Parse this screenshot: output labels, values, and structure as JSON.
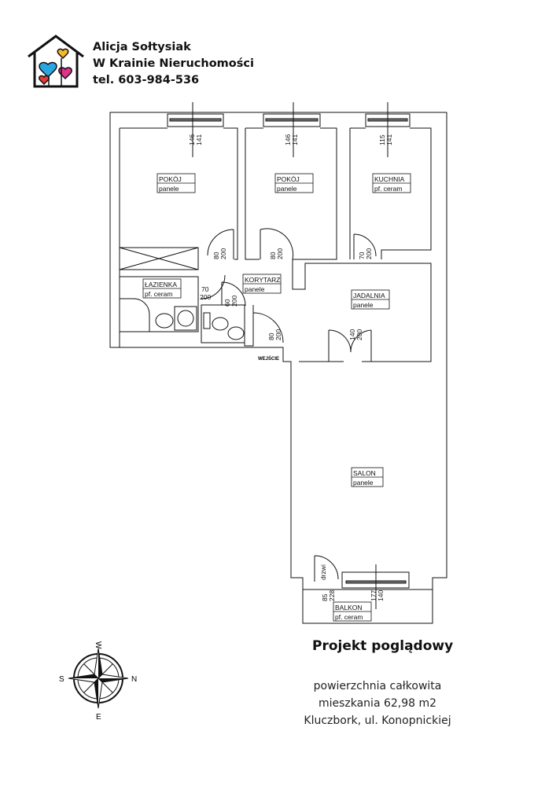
{
  "brand": {
    "name": "Alicja Sołtysiak",
    "company": "W Krainie Nieruchomości",
    "phone": "tel. 603-984-536"
  },
  "rooms": [
    {
      "name": "POKÓJ",
      "floor": "panele"
    },
    {
      "name": "POKÓJ",
      "floor": "panele"
    },
    {
      "name": "KUCHNIA",
      "floor": "pf. ceram"
    },
    {
      "name": "ŁAZIENKA",
      "floor": "pf. ceram"
    },
    {
      "name": "KORYTARZ",
      "floor": "panele"
    },
    {
      "name": "JADALNIA",
      "floor": "panele"
    },
    {
      "name": "SALON",
      "floor": "panele"
    },
    {
      "name": "BALKON",
      "floor": "pf. ceram"
    }
  ],
  "windows": [
    {
      "w": "146",
      "h": "141"
    },
    {
      "w": "146",
      "h": "141"
    },
    {
      "w": "115",
      "h": "141"
    },
    {
      "w": "177",
      "h": "140"
    }
  ],
  "doors": [
    {
      "w": "80",
      "h": "200"
    },
    {
      "w": "80",
      "h": "200"
    },
    {
      "w": "70",
      "h": "200"
    },
    {
      "w": "70",
      "h": "200"
    },
    {
      "w": "60",
      "h": "200"
    },
    {
      "w": "80",
      "h": "200"
    },
    {
      "w": "140",
      "h": "200"
    },
    {
      "w": "85",
      "h": "228"
    }
  ],
  "entrance": "WEJŚCIE",
  "balcony_door": "drzwi",
  "compass": {
    "n": "N",
    "s": "S",
    "e": "E",
    "w": "W"
  },
  "title": "Projekt poglądowy",
  "info": {
    "line1": "powierzchnia całkowita",
    "line2": "mieszkania 62,98 m2",
    "line3": "Kluczbork, ul. Konopnickiej"
  }
}
